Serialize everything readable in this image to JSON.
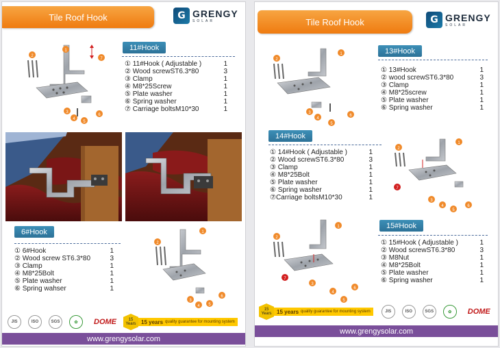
{
  "brand": {
    "name": "GRENGY",
    "sub": "SOLAR",
    "website": "www.grengysolar.com"
  },
  "left_page": {
    "banner_title": "Tile Roof Hook",
    "sections": [
      {
        "label": "11#Hook",
        "parts": [
          {
            "text": "① 11#Hook ( Adjustable )",
            "qty": "1"
          },
          {
            "text": "② Wood screwST6.3*80",
            "qty": "3"
          },
          {
            "text": "③ Clamp",
            "qty": "1"
          },
          {
            "text": "④ M8*25Screw",
            "qty": "1"
          },
          {
            "text": "⑤ Plate washer",
            "qty": "1"
          },
          {
            "text": "⑥ Spring washer",
            "qty": "1"
          },
          {
            "text": "⑦ Carriage boltsM10*30",
            "qty": "1"
          }
        ]
      },
      {
        "label": "6#Hook",
        "parts": [
          {
            "text": "① 6#Hook",
            "qty": "1"
          },
          {
            "text": "② Wood screw ST6.3*80",
            "qty": "3"
          },
          {
            "text": "③ Clamp",
            "qty": "1"
          },
          {
            "text": "④ M8*25Bolt",
            "qty": "1"
          },
          {
            "text": "⑤ Plate washer",
            "qty": "1"
          },
          {
            "text": "⑥ Spring wahser",
            "qty": "1"
          }
        ]
      }
    ],
    "certs": [
      "JIS",
      "ISO",
      "SGS"
    ],
    "dome": "DOME",
    "badge": "15 Years",
    "years_text": "15 years",
    "years_small": "quality guarantee for mounting system"
  },
  "right_page": {
    "banner_title": "Tile Roof Hook",
    "sections": [
      {
        "label": "13#Hook",
        "parts": [
          {
            "text": "① 13#Hook",
            "qty": "1"
          },
          {
            "text": "② wood screwST6.3*80",
            "qty": "3"
          },
          {
            "text": "③ Clamp",
            "qty": "1"
          },
          {
            "text": "④ M8*25screw",
            "qty": "1"
          },
          {
            "text": "⑤ Plate washer",
            "qty": "1"
          },
          {
            "text": "⑥ Spring washer",
            "qty": "1"
          }
        ]
      },
      {
        "label": "14#Hook",
        "parts": [
          {
            "text": "① 14#Hook ( Adjustable )",
            "qty": "1"
          },
          {
            "text": "② Wood screwST6.3*80",
            "qty": "3"
          },
          {
            "text": "③ Clamp",
            "qty": "1"
          },
          {
            "text": "④ M8*25Bolt",
            "qty": "1"
          },
          {
            "text": "⑤ Plate washer",
            "qty": "1"
          },
          {
            "text": "⑥ Spring washer",
            "qty": "1"
          },
          {
            "text": "⑦Carriage boltsM10*30",
            "qty": "1"
          }
        ]
      },
      {
        "label": "15#Hook",
        "parts": [
          {
            "text": "① 15#Hook ( Adjustable )",
            "qty": "1"
          },
          {
            "text": "② Wood screwST6.3*80",
            "qty": "3"
          },
          {
            "text": "③ M8Nut",
            "qty": "1"
          },
          {
            "text": "④ M8*25Bolt",
            "qty": "1"
          },
          {
            "text": "⑤ Plate washer",
            "qty": "1"
          },
          {
            "text": "⑥ Spring washer",
            "qty": "1"
          }
        ]
      }
    ],
    "badge": "15 Years",
    "years_text": "15 years",
    "years_small": "quality guarantee for mounting system",
    "certs": [
      "JIS",
      "ISO",
      "SGS"
    ],
    "dome": "DOME"
  },
  "colors": {
    "banner_orange": "#ef7b10",
    "section_blue": "#2d7298",
    "footer_purple": "#7a4f9a",
    "callout_orange": "#f08a2a",
    "callout_red": "#d21f1f"
  }
}
